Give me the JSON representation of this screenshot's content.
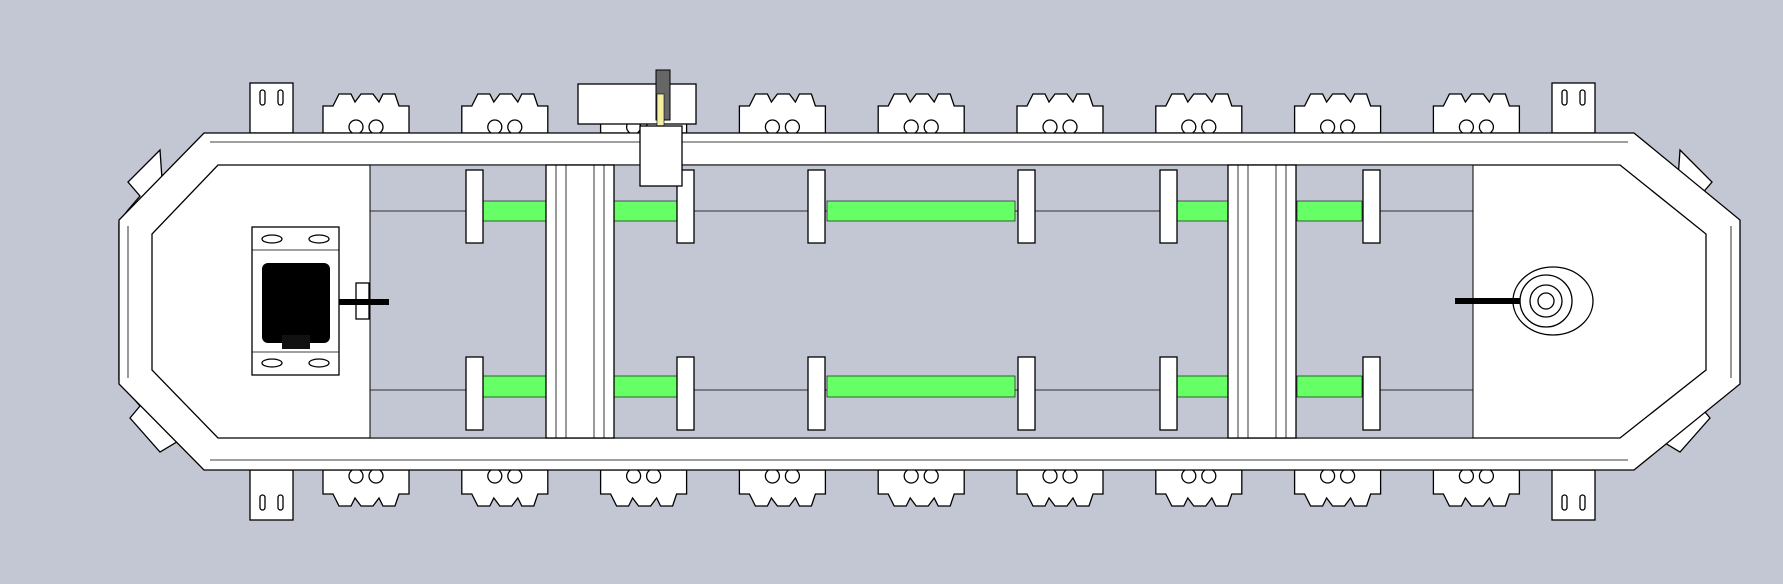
{
  "drawing": {
    "view": "top",
    "subject": "conveyor-loop",
    "carrier_count_per_side": 9,
    "colors": {
      "background": "#c2c7d3",
      "part_fill": "#ffffff",
      "outline": "#000000",
      "belt_accent": "#66ff66",
      "motor_body": "#000000",
      "cylinder_rod": "#f5f0a0"
    }
  }
}
